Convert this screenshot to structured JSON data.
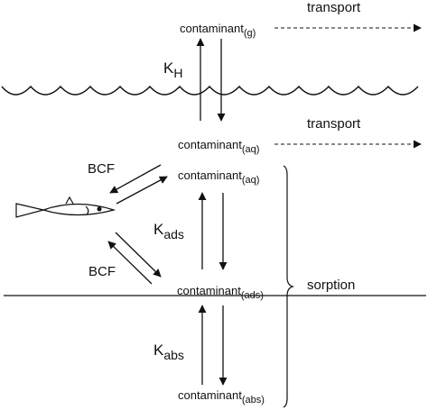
{
  "labels": {
    "gas_species": {
      "base": "contaminant",
      "sub": "(g)"
    },
    "water_species": {
      "base": "contaminant",
      "sub": "(aq)"
    },
    "sediment_aq_species": {
      "base": "contaminant",
      "sub": "(aq)"
    },
    "ads_species": {
      "base": "contaminant",
      "sub": "(ads)"
    },
    "abs_species": {
      "base": "contaminant",
      "sub": "(abs)"
    },
    "transport_air": "transport",
    "transport_water": "transport",
    "kh": {
      "base": "K",
      "sub": "H"
    },
    "kads": {
      "base": "K",
      "sub": "ads"
    },
    "kabs": {
      "base": "K",
      "sub": "abs"
    },
    "bcf_upper": "BCF",
    "bcf_lower": "BCF",
    "sorption": "sorption"
  },
  "icons": {
    "fish": "fish-icon",
    "water_surface": "wave-line",
    "brace": "curly-brace"
  },
  "colors": {
    "ink": "#111111",
    "background": "#ffffff"
  }
}
